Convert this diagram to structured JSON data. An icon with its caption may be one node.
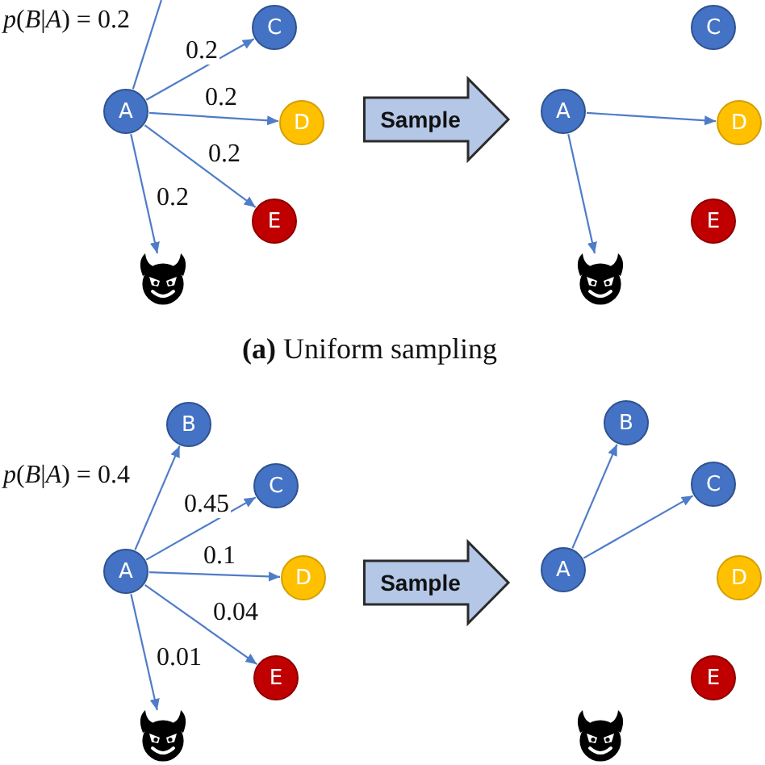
{
  "diagram": {
    "caption": "**(a)** Uniform sampling",
    "nodes": [
      {
        "text": [
          "A"
        ]
      },
      {
        "text": [
          "C"
        ]
      },
      {
        "text": [
          "D"
        ]
      },
      {
        "text": [
          "E"
        ]
      },
      {
        "text": [],
        "shape": "picture"
      },
      {
        "text": [
          "Sample"
        ]
      },
      {
        "text": [
          "A"
        ]
      },
      {
        "text": [
          "C"
        ]
      },
      {
        "text": [
          "D"
        ]
      },
      {
        "text": [
          "E"
        ]
      },
      {
        "text": [],
        "shape": "picture"
      },
      {
        "text": [
          "A"
        ]
      },
      {
        "text": [
          "B"
        ]
      },
      {
        "text": [
          "C"
        ]
      },
      {
        "text": [
          "D"
        ]
      },
      {
        "text": [
          "E"
        ]
      },
      {
        "text": [],
        "shape": "picture"
      },
      {
        "text": [
          "Sample"
        ]
      },
      {
        "text": [
          "A"
        ]
      },
      {
        "text": [
          "B"
        ]
      },
      {
        "text": [
          "C"
        ]
      },
      {
        "text": [
          "D"
        ]
      },
      {
        "text": [
          "E"
        ]
      },
      {
        "text": [],
        "shape": "picture"
      }
    ],
    "edges": [
      {
        "from": 0,
        "to": null,
        "arrow": "none",
        "label": "*p*(*B*|*A*) = 0.2"
      },
      {
        "from": 0,
        "to": 1,
        "arrow": "to",
        "label": "0.2"
      },
      {
        "from": 0,
        "to": 2,
        "arrow": "to",
        "label": "0.2"
      },
      {
        "from": 0,
        "to": 3,
        "arrow": "to",
        "label": "0.2"
      },
      {
        "from": 0,
        "to": 4,
        "arrow": "to",
        "label": "0.2"
      },
      {
        "from": 6,
        "to": 8,
        "arrow": "to"
      },
      {
        "from": 6,
        "to": 10,
        "arrow": "to"
      },
      {
        "from": 11,
        "to": 12,
        "arrow": "to",
        "label": "*p*(*B*|*A*) = 0.4"
      },
      {
        "from": 11,
        "to": 13,
        "arrow": "to",
        "label": "0.45"
      },
      {
        "from": 11,
        "to": 14,
        "arrow": "to",
        "label": "0.1"
      },
      {
        "from": 11,
        "to": 15,
        "arrow": "to",
        "label": "0.04"
      },
      {
        "from": 11,
        "to": 16,
        "arrow": "to",
        "label": "0.01"
      },
      {
        "from": 18,
        "to": 19,
        "arrow": "to"
      },
      {
        "from": 18,
        "to": 20,
        "arrow": "to"
      },
      {
        "from": 2,
        "to": 6,
        "arrow": "to",
        "style": "thick",
        "color": "#b4c7e7"
      },
      {
        "from": 14,
        "to": 18,
        "arrow": "to",
        "style": "thick",
        "color": "#b4c7e7"
      }
    ]
  }
}
